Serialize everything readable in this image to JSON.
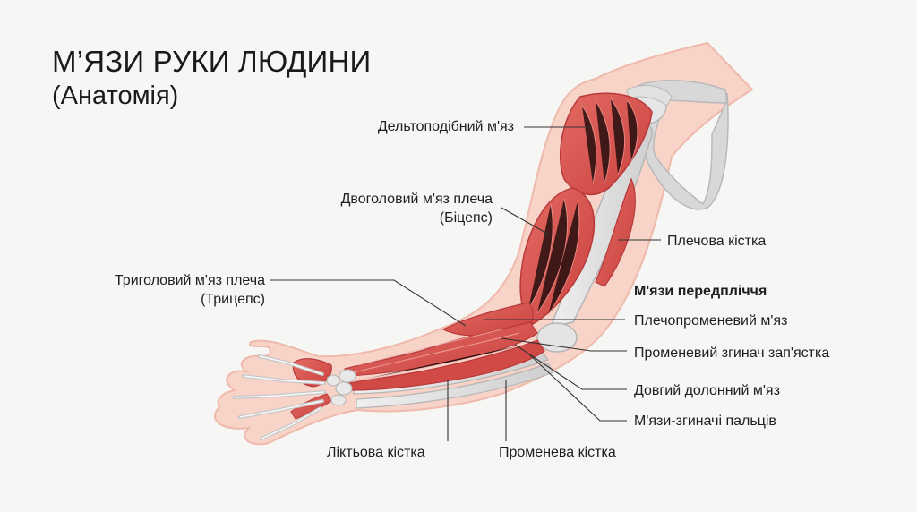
{
  "title": "М’ЯЗИ РУКИ ЛЮДИНИ",
  "subtitle": "(Анатомія)",
  "labels": {
    "deltoid": "Дельтоподібний м'яз",
    "biceps_1": "Двоголовий м'яз плеча",
    "biceps_2": "(Біцепс)",
    "triceps_1": "Триголовий м'яз плеча",
    "triceps_2": "(Трицепс)",
    "humerus": "Плечова кістка",
    "forearm_header": "М'язи передпліччя",
    "brachioradialis": "Плечопроменевий м'яз",
    "flexor_carpi_radialis": "Променевий згинач зап'ястка",
    "palmaris_longus": "Довгий долонний м'яз",
    "finger_flexors": "М'язи-згиначі пальців",
    "ulna": "Ліктьова кістка",
    "radius": "Променева кістка"
  },
  "colors": {
    "skin": "#f7d3c8",
    "muscle": "#d9534f",
    "bone": "#dcdcdc",
    "leader": "#333333"
  }
}
